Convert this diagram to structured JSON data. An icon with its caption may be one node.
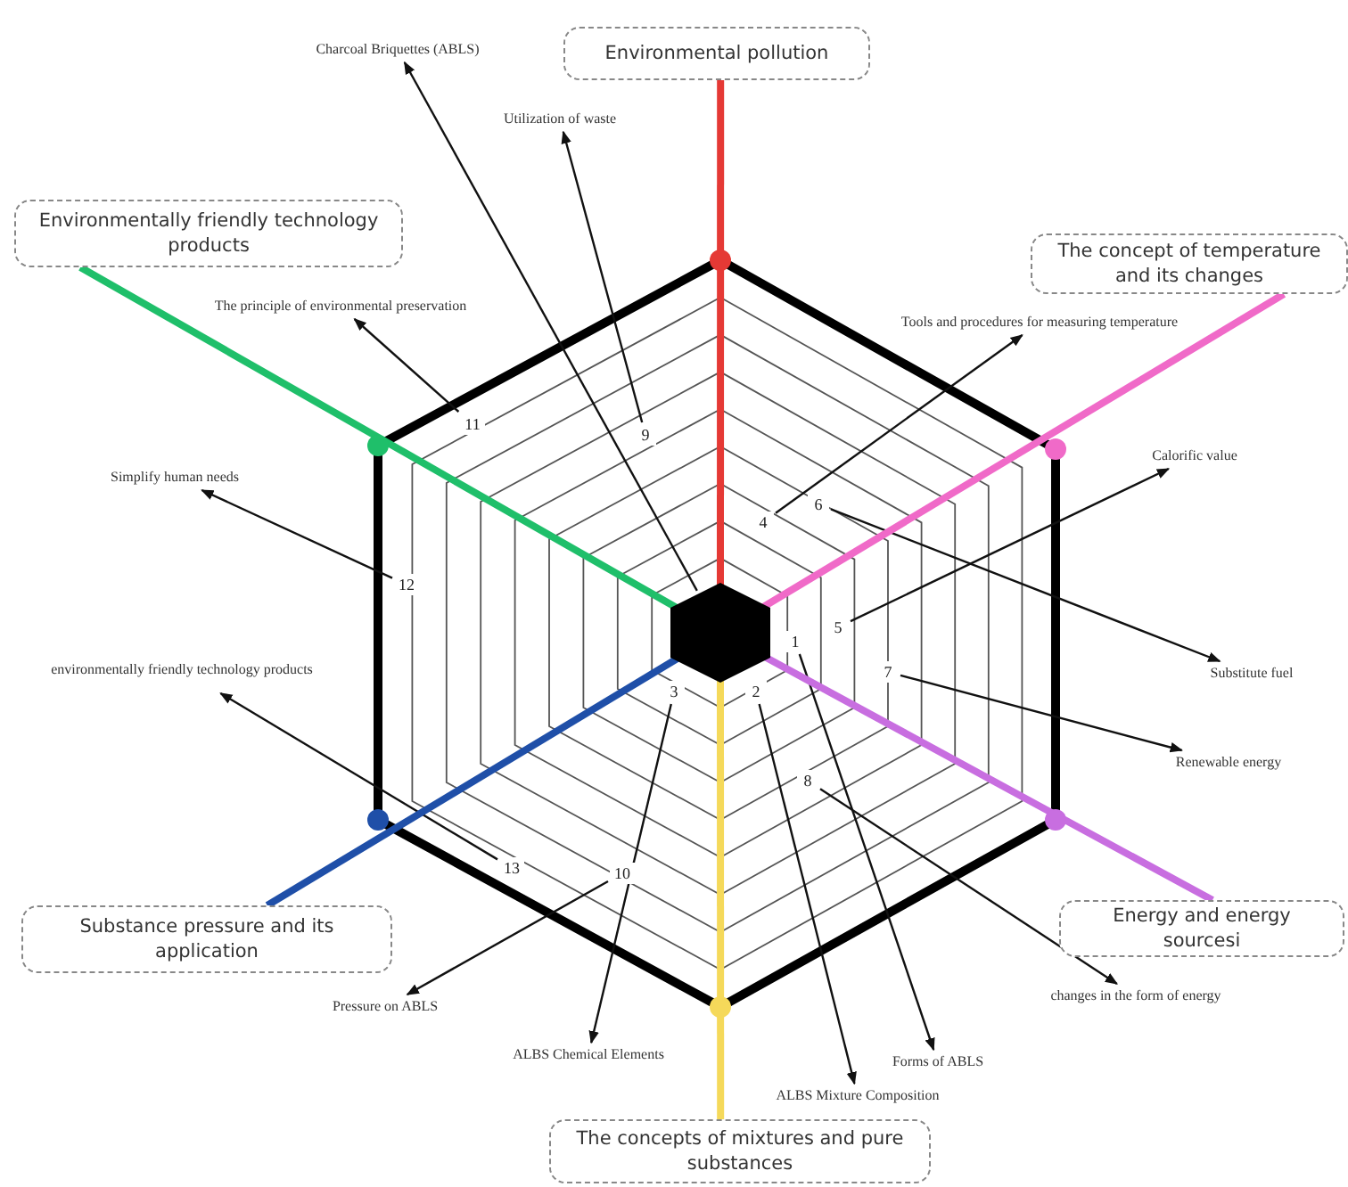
{
  "diagram": {
    "nodes": [
      {
        "text": [
          "Charcoal Briquettes (ABLS)"
        ]
      },
      {
        "text": [
          "Environmental pollution"
        ]
      },
      {
        "text": [
          "Utilization of waste"
        ]
      },
      {
        "text": [
          "Environmentally friendly technology products"
        ]
      },
      {
        "text": [
          "The principle of environmental preservation"
        ]
      },
      {
        "text": [
          "The concept of temperature and its changes"
        ]
      },
      {
        "text": [
          "Tools and procedures for measuring temperature"
        ]
      },
      {
        "text": [
          "11"
        ]
      },
      {
        "text": [
          "9"
        ]
      },
      {
        "text": [
          "4"
        ]
      },
      {
        "text": [
          "6"
        ]
      },
      {
        "text": [
          "Calorific value"
        ]
      },
      {
        "text": [
          "Simplify human needs"
        ]
      },
      {
        "text": [
          "12"
        ]
      },
      {
        "text": [
          "5"
        ]
      },
      {
        "text": [],
        "shape": "hexagon"
      },
      {
        "text": [
          "1"
        ]
      },
      {
        "text": [
          "Substitute fuel"
        ]
      },
      {
        "text": [
          "environmentally friendly technology products"
        ]
      },
      {
        "text": [
          "3"
        ]
      },
      {
        "text": [
          "2"
        ]
      },
      {
        "text": [
          "7"
        ]
      },
      {
        "text": [
          "Renewable energy"
        ]
      },
      {
        "text": [
          "8"
        ]
      },
      {
        "text": [
          "13"
        ]
      },
      {
        "text": [
          "10"
        ]
      },
      {
        "text": [
          "Energy and energy sourcesi"
        ]
      },
      {
        "text": [
          "Substance pressure and its application"
        ]
      },
      {
        "text": [
          "changes in the form of energy"
        ]
      },
      {
        "text": [
          "Pressure on ABLS"
        ]
      },
      {
        "text": [
          "ALBS Chemical Elements"
        ]
      },
      {
        "text": [
          "Forms of ABLS"
        ]
      },
      {
        "text": [
          "ALBS Mixture Composition"
        ]
      },
      {
        "text": [
          "The concepts of mixtures and pure substances"
        ]
      }
    ],
    "edges": [
      {
        "from": 15,
        "to": 0,
        "arrow": "to"
      },
      {
        "from": 8,
        "to": 2,
        "arrow": "to"
      },
      {
        "from": 7,
        "to": 4,
        "arrow": "to"
      },
      {
        "from": 9,
        "to": 6,
        "arrow": "to"
      },
      {
        "from": 14,
        "to": 11,
        "arrow": "to"
      },
      {
        "from": 10,
        "to": 17,
        "arrow": "to"
      },
      {
        "from": 13,
        "to": 12,
        "arrow": "to"
      },
      {
        "from": 16,
        "to": 31,
        "arrow": "to"
      },
      {
        "from": 20,
        "to": 32,
        "arrow": "to"
      },
      {
        "from": 19,
        "to": 30,
        "arrow": "to"
      },
      {
        "from": 21,
        "to": 22,
        "arrow": "to"
      },
      {
        "from": 23,
        "to": 28,
        "arrow": "to"
      },
      {
        "from": 24,
        "to": 18,
        "arrow": "to"
      },
      {
        "from": 25,
        "to": 29,
        "arrow": "to"
      },
      {
        "from": 15,
        "to": 1,
        "arrow": "none",
        "style": "thick",
        "color": "#e53935"
      },
      {
        "from": 15,
        "to": 5,
        "arrow": "none",
        "style": "thick",
        "color": "#f06ac8"
      },
      {
        "from": 15,
        "to": 26,
        "arrow": "none",
        "style": "thick",
        "color": "#c86ee0"
      },
      {
        "from": 15,
        "to": 33,
        "arrow": "none",
        "style": "thick",
        "color": "#f5d95a"
      },
      {
        "from": 15,
        "to": 27,
        "arrow": "none",
        "style": "thick",
        "color": "#1f4fa8"
      },
      {
        "from": 15,
        "to": 3,
        "arrow": "none",
        "style": "thick",
        "color": "#1fbf6a"
      }
    ]
  }
}
